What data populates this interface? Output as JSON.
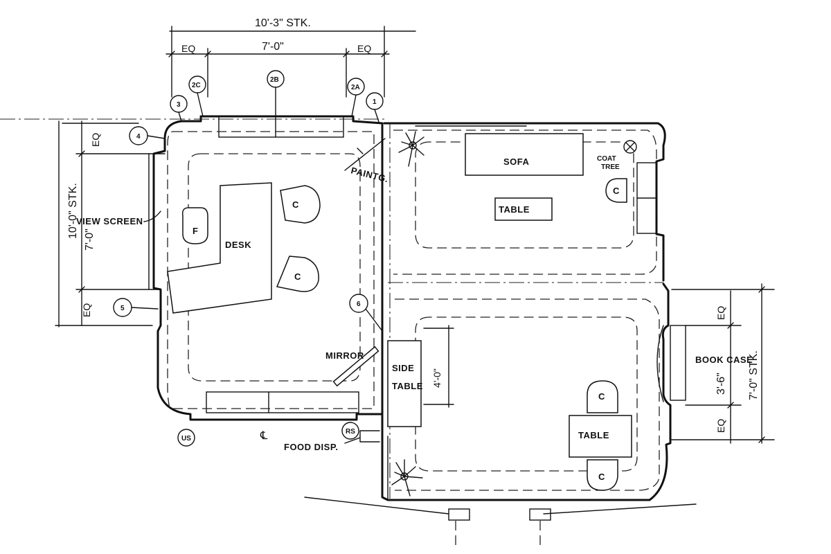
{
  "dimensions": {
    "top_overall": "10'-3\" STK.",
    "top_eq_left": "EQ",
    "top_center": "7'-0\"",
    "top_eq_right": "EQ",
    "left_overall": "10'-0\" STK.",
    "left_eq_top": "EQ",
    "left_center": "7'-0\"",
    "left_eq_bottom": "EQ",
    "right_overall": "7'-0\" STK.",
    "right_eq_top": "EQ",
    "right_center": "3'-6\"",
    "right_eq_bottom": "EQ",
    "side_table_dim": "4'-0\""
  },
  "tags": {
    "t1": "1",
    "t2a": "2A",
    "t2b": "2B",
    "t2c": "2C",
    "t3": "3",
    "t4": "4",
    "t5": "5",
    "t6": "6",
    "us": "US",
    "rs": "RS"
  },
  "labels": {
    "view_screen": "VIEW SCREEN",
    "desk": "DESK",
    "f": "F",
    "chair": "C",
    "painting": "PAINTG.",
    "sofa": "SOFA",
    "coat_tree_1": "COAT",
    "coat_tree_2": "TREE",
    "table_upper": "TABLE",
    "mirror": "MIRROR",
    "side_table_1": "SIDE",
    "side_table_2": "TABLE",
    "book_case": "BOOK CASE",
    "table_lower": "TABLE",
    "food_disp": "FOOD DISP.",
    "centerline": "℄"
  }
}
